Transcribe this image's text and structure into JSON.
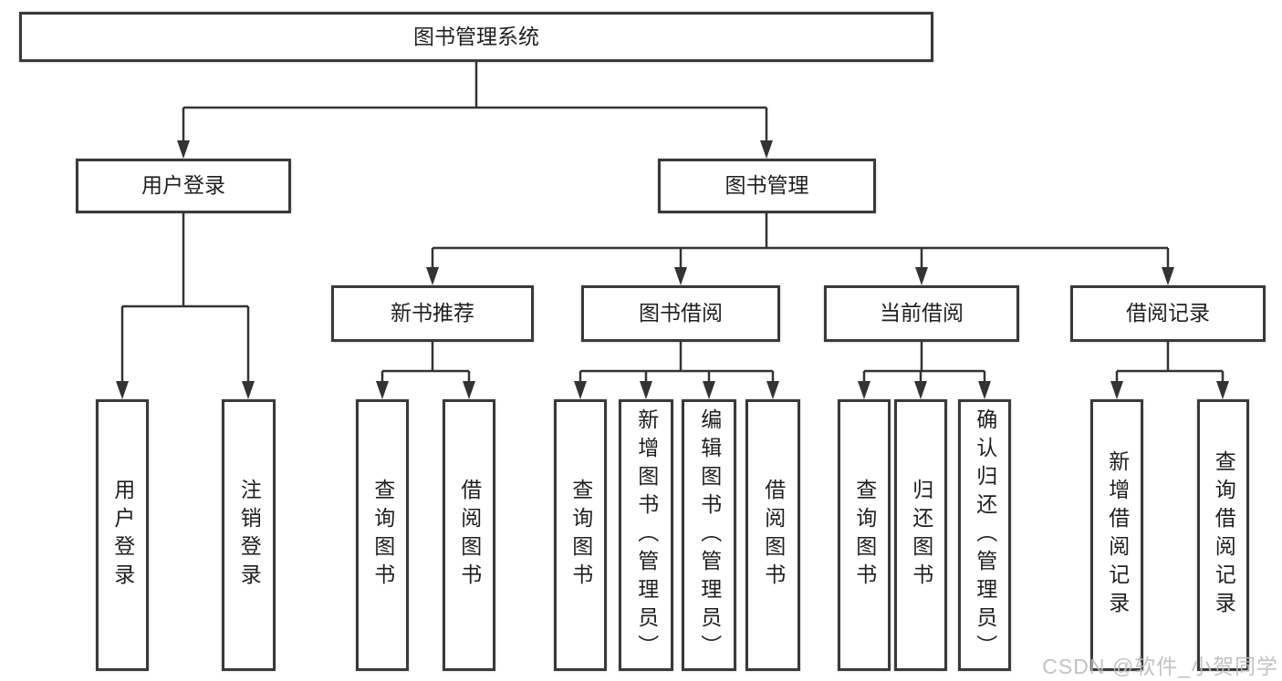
{
  "diagram": {
    "root": {
      "label": "图书管理系统"
    },
    "level2": {
      "user_login": {
        "label": "用户登录"
      },
      "book_mgmt": {
        "label": "图书管理"
      }
    },
    "level3": {
      "new_book_rec": {
        "label": "新书推荐"
      },
      "book_borrow": {
        "label": "图书借阅"
      },
      "current_borrow": {
        "label": "当前借阅"
      },
      "borrow_record": {
        "label": "借阅记录"
      }
    },
    "leaves": {
      "user_login": {
        "label": "用户登录"
      },
      "logout": {
        "label": "注销登录"
      },
      "rec_query_book": {
        "label": "查询图书"
      },
      "rec_borrow_book": {
        "label": "借阅图书"
      },
      "borrow_query_book": {
        "label": "查询图书"
      },
      "borrow_add_book": {
        "label": "新增图书（管理员）"
      },
      "borrow_edit_book": {
        "label": "编辑图书（管理员）"
      },
      "borrow_borrow_book": {
        "label": "借阅图书"
      },
      "current_query_book": {
        "label": "查询图书"
      },
      "current_return_book": {
        "label": "归还图书"
      },
      "current_confirm_return": {
        "label": "确认归还（管理员）"
      },
      "record_add": {
        "label": "新增借阅记录"
      },
      "record_query": {
        "label": "查询借阅记录"
      }
    }
  },
  "watermark": {
    "text": "CSDN @软件_小贺同学"
  },
  "colors": {
    "box_border": "#3a3a3a",
    "connector": "#333333",
    "text": "#1f1f1f",
    "watermark": "#bcbcc0",
    "background": "#ffffff"
  }
}
